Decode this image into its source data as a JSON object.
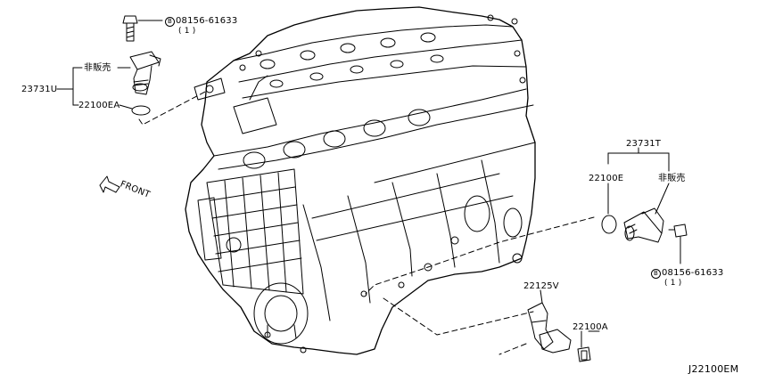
{
  "diagram_code": "J22100EM",
  "direction_label": "FRONT",
  "bolt_symbol": "B",
  "parts": {
    "bolt_top": {
      "number": "08156-61633",
      "qty": "( 1 )"
    },
    "bolt_right": {
      "number": "08156-61633",
      "qty": "( 1 )"
    },
    "cam_sensor_assembly": {
      "number": "23731U",
      "sub_label": "非販売"
    },
    "o_ring_top": {
      "number": "22100EA"
    },
    "cam_sensor_assembly_right": {
      "number": "23731T",
      "sub_label": "非販売"
    },
    "o_ring_right": {
      "number": "22100E"
    },
    "bracket": {
      "number": "22125V"
    },
    "crank_sensor": {
      "number": "22100A"
    }
  }
}
